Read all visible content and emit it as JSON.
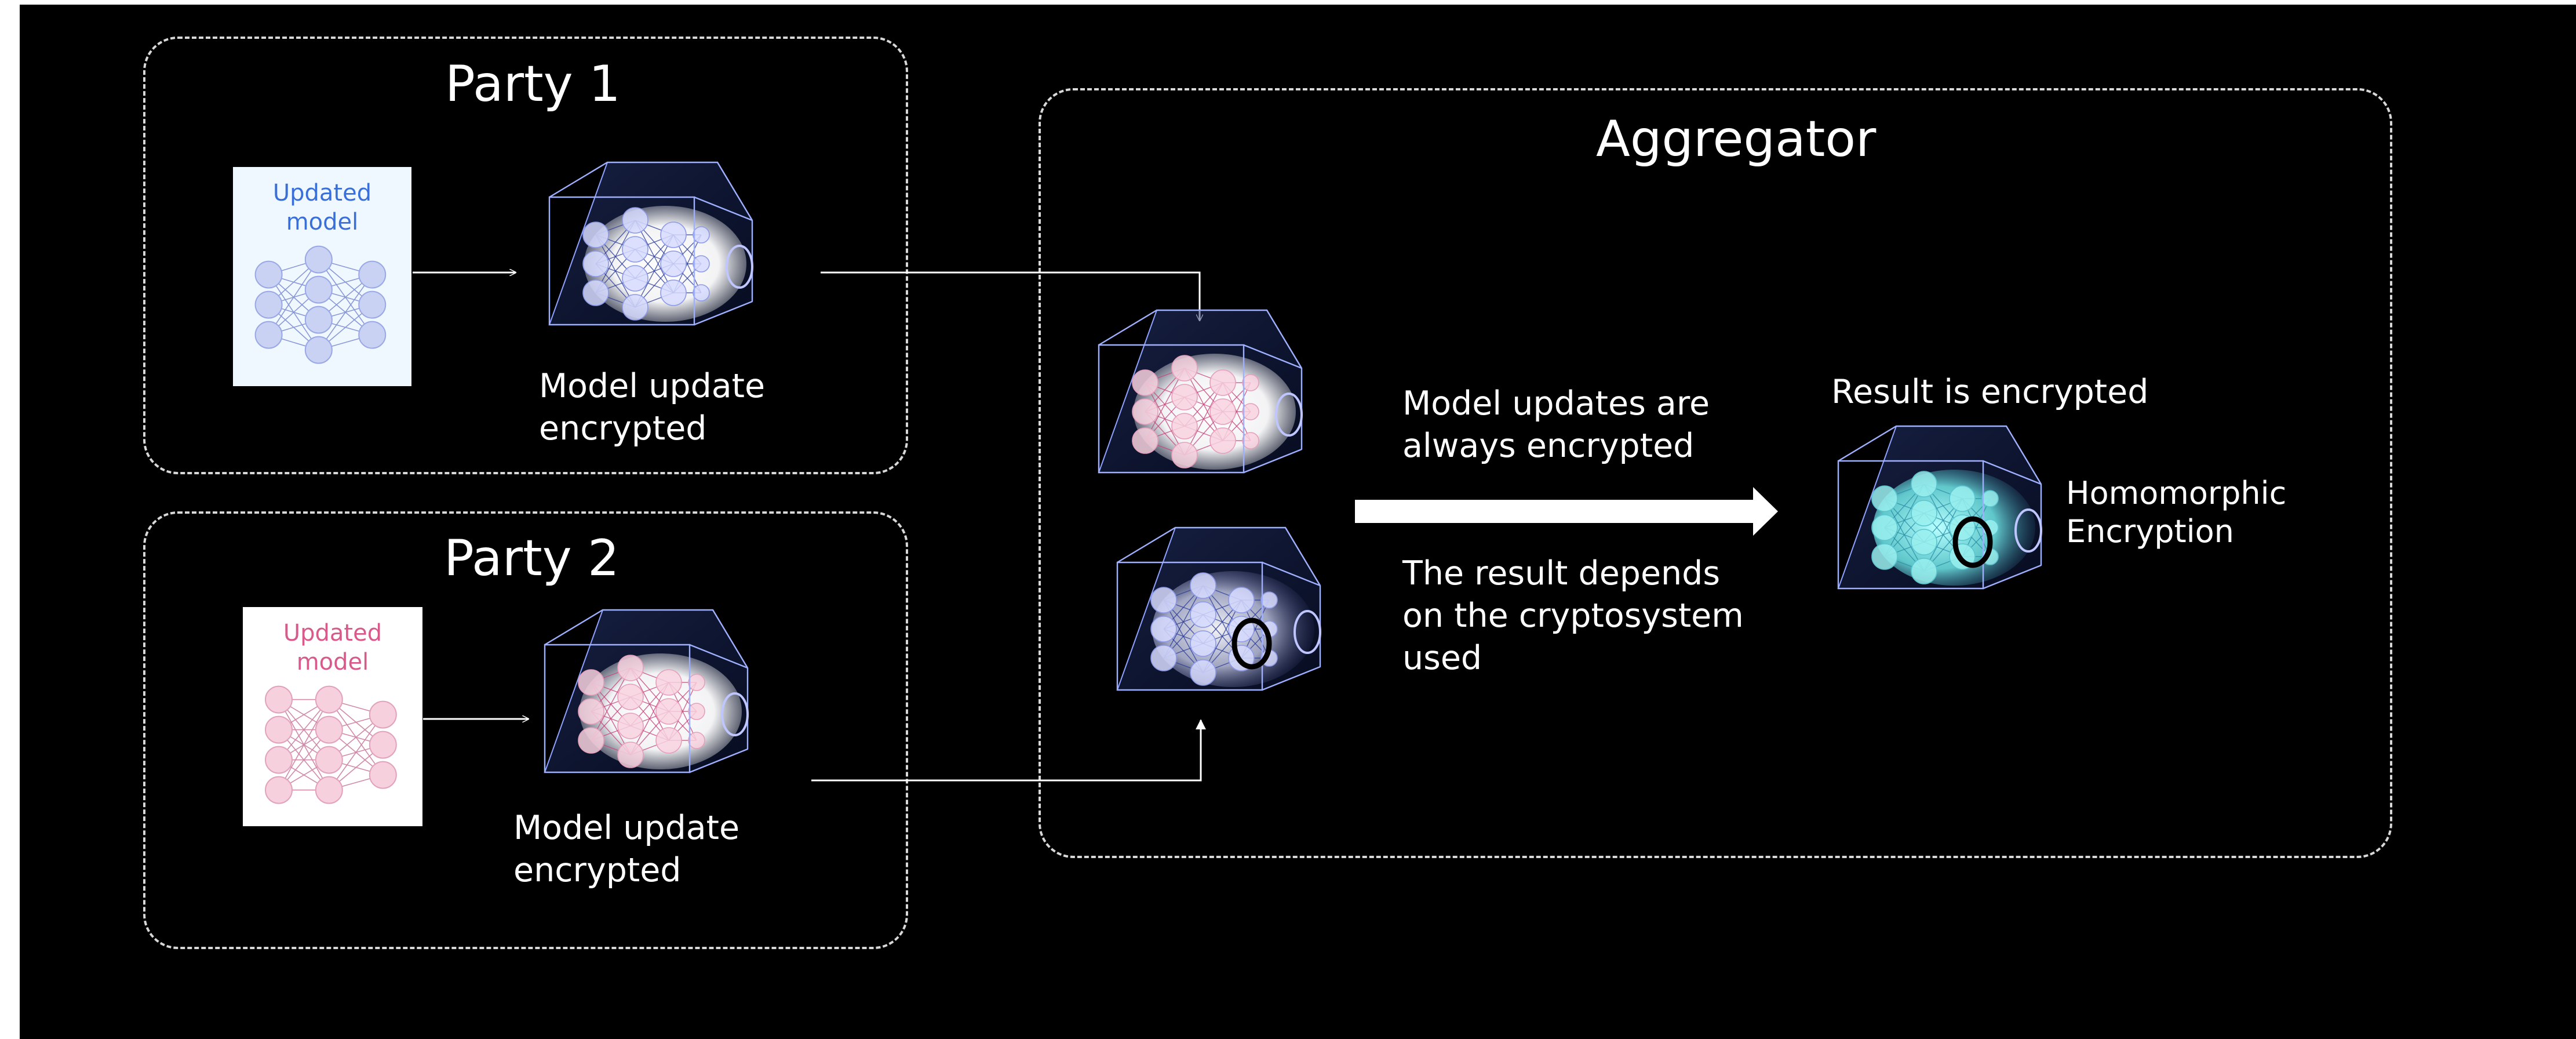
{
  "parties": [
    {
      "title": "Party 1",
      "card_title": [
        "Updated",
        "model"
      ],
      "caption": [
        "Model update",
        "encrypted"
      ]
    },
    {
      "title": "Party 2",
      "card_title": [
        "Updated",
        "model"
      ],
      "caption": [
        "Model update",
        "encrypted"
      ]
    }
  ],
  "aggregator": {
    "title": "Aggregator",
    "note_top": [
      "Model updates are",
      "always encrypted"
    ],
    "note_bottom": [
      "The result depends",
      "on the cryptosystem",
      "used"
    ],
    "result_label": "Result is encrypted",
    "scheme_label": [
      "Homomorphic",
      "Encryption"
    ]
  },
  "colors": {
    "background": "#000000",
    "party1_model": "#3a6fd8",
    "party2_model": "#d75a8a",
    "result_glow": "#6ee6e6"
  }
}
